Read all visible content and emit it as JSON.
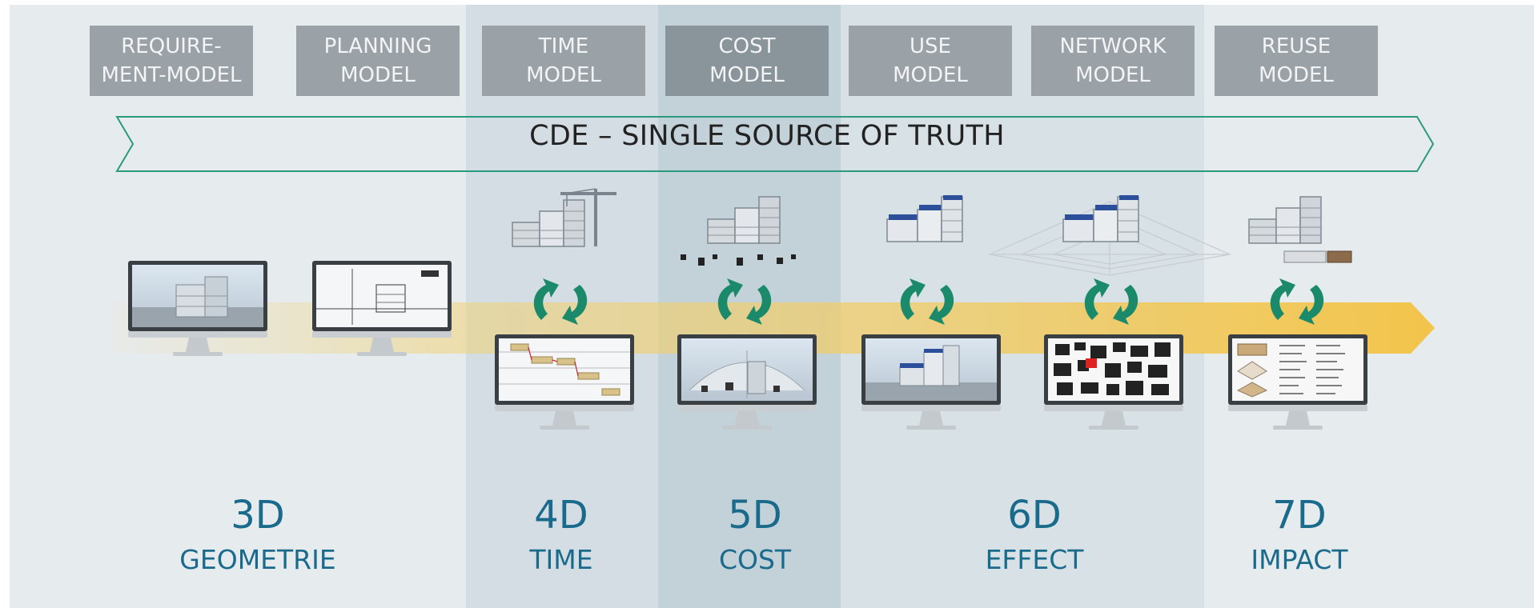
{
  "models": [
    {
      "line1": "REQUIRE-",
      "line2": "MENT-MODEL"
    },
    {
      "line1": "PLANNING",
      "line2": "MODEL"
    },
    {
      "line1": "TIME",
      "line2": "MODEL"
    },
    {
      "line1": "COST",
      "line2": "MODEL"
    },
    {
      "line1": "USE",
      "line2": "MODEL"
    },
    {
      "line1": "NETWORK",
      "line2": "MODEL"
    },
    {
      "line1": "REUSE",
      "line2": "MODEL"
    }
  ],
  "cde": {
    "label": "CDE – SINGLE SOURCE OF TRUTH"
  },
  "dimensions": [
    {
      "num": "3D",
      "name": "GEOMETRIE"
    },
    {
      "num": "4D",
      "name": "TIME"
    },
    {
      "num": "5D",
      "name": "COST"
    },
    {
      "num": "6D",
      "name": "EFFECT"
    },
    {
      "num": "7D",
      "name": "IMPACT"
    }
  ],
  "colors": {
    "background": "#e6ebee",
    "band_time": "#d3dde3",
    "band_cost": "#c3d1d9",
    "band_effect": "#d8e1e6",
    "model_box": "#9aa1a7",
    "cde_outline": "#2a9a7d",
    "accent_text": "#1a6a8c",
    "flow_arrow": "#f2c44a",
    "cycle_arrows": "#1a8a6a"
  },
  "icons": [
    "monitor-icon",
    "building-icon",
    "crane-icon",
    "gantt-chart-icon",
    "cost-cloud-icon",
    "city-map-icon",
    "material-list-icon",
    "cycle-arrows-icon"
  ]
}
